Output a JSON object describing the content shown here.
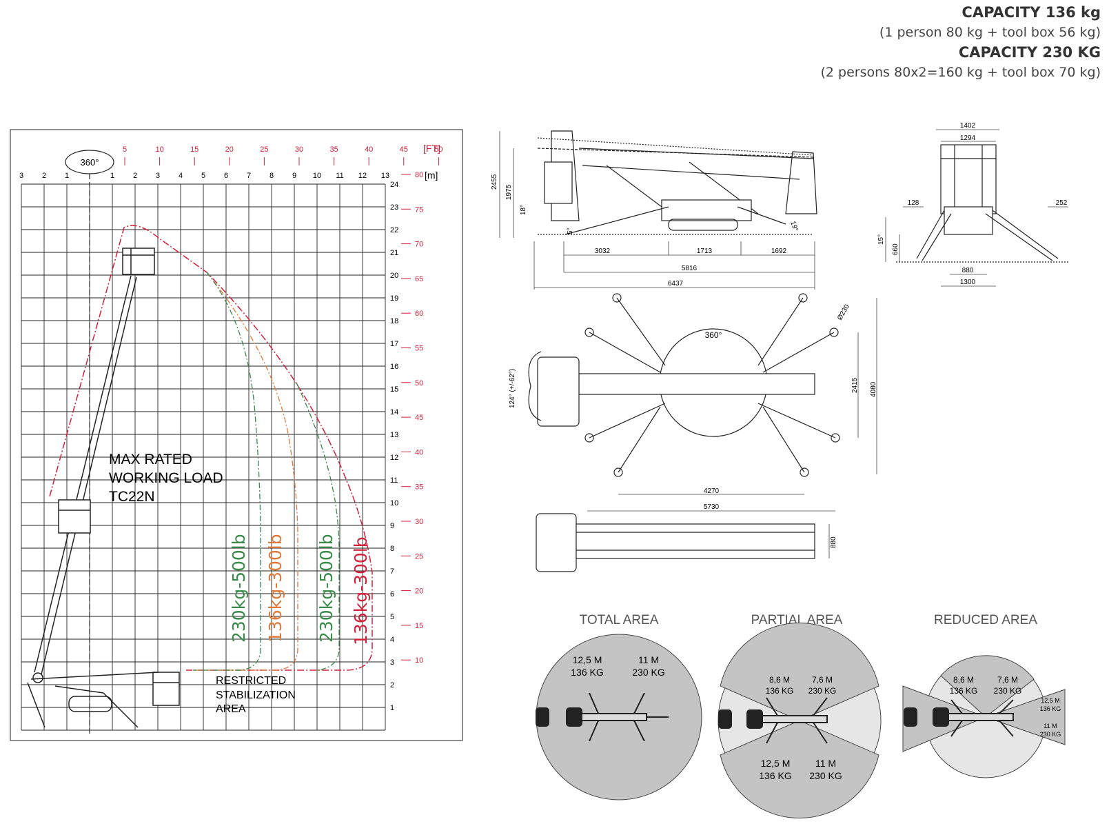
{
  "capacity": {
    "line1": "CAPACITY 136 kg",
    "line2": "(1 person 80 kg + tool box 56 kg)",
    "line3": "CAPACITY 230 KG",
    "line4": "(2 persons 80x2=160 kg + tool box 70 kg)"
  },
  "chart": {
    "rotation_label": "360°",
    "ft_unit": "[FT]",
    "m_unit": "[m]",
    "top_ft_ticks": [
      "5",
      "10",
      "15",
      "20",
      "25",
      "30",
      "35",
      "40",
      "45",
      "50"
    ],
    "top_m_ticks": [
      "3",
      "2",
      "1",
      "",
      "1",
      "2",
      "3",
      "4",
      "5",
      "6",
      "7",
      "8",
      "9",
      "10",
      "11",
      "12",
      "13"
    ],
    "right_m_ticks": [
      "24",
      "23",
      "22",
      "21",
      "20",
      "19",
      "18",
      "17",
      "16",
      "15",
      "14",
      "13",
      "12",
      "11",
      "10",
      "9",
      "8",
      "7",
      "6",
      "5",
      "4",
      "3",
      "2",
      "1"
    ],
    "right_ft_ticks": [
      "80",
      "75",
      "70",
      "65",
      "60",
      "55",
      "50",
      "45",
      "40",
      "35",
      "30",
      "25",
      "20",
      "15",
      "10"
    ],
    "title_line1": "MAX RATED",
    "title_line2": "WORKING LOAD",
    "title_line3": "TC22N",
    "curve1": "230kg-500lb",
    "curve2": "136kg-300lb",
    "curve3": "230kg-500lb",
    "curve4": "136kg-300lb",
    "restricted1": "RESTRICTED",
    "restricted2": "STABILIZATION",
    "restricted3": "AREA",
    "colors": {
      "green": "#3a8a4a",
      "orange": "#e07a3a",
      "red": "#d0203a",
      "grid": "#222222"
    }
  },
  "side_view": {
    "dim_2455": "2455",
    "dim_1975": "1975",
    "angle_18": "18°",
    "angle_5": "5°",
    "angle_19": "19°",
    "dim_3032": "3032",
    "dim_1713": "1713",
    "dim_1692": "1692",
    "dim_5816": "5816",
    "dim_6437": "6437"
  },
  "front_view": {
    "dim_1402": "1402",
    "dim_1294": "1294",
    "dim_128": "128",
    "dim_252": "252",
    "angle_15": "15°",
    "dim_660": "660",
    "dim_880": "880",
    "dim_1300": "1300"
  },
  "top_view": {
    "rotation": "360°",
    "dia_230": "Ø230",
    "dim_2415": "2415",
    "dim_4080": "4080",
    "dim_4270": "4270",
    "dim_5730": "5730",
    "swing": "124° (+/-62°)"
  },
  "transport_view": {
    "dim_880": "880"
  },
  "areas": {
    "total": {
      "title": "TOTAL AREA",
      "a1": "12,5 M",
      "a2": "136 KG",
      "b1": "11 M",
      "b2": "230 KG"
    },
    "partial": {
      "title": "PARTIAL AREA",
      "a1": "8,6 M",
      "a2": "136 KG",
      "b1": "7,6 M",
      "b2": "230 KG",
      "c1": "12,5 M",
      "c2": "136 KG",
      "d1": "11 M",
      "d2": "230 KG"
    },
    "reduced": {
      "title": "REDUCED AREA",
      "a1": "8,6 M",
      "a2": "136 KG",
      "b1": "7,6 M",
      "b2": "230 KG",
      "c1": "12,5 M",
      "c2": "136 KG",
      "d1": "11 M",
      "d2": "230 KG"
    }
  }
}
